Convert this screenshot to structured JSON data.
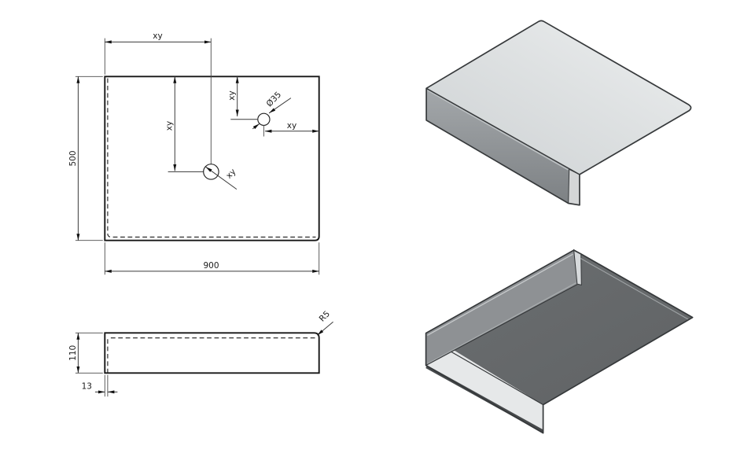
{
  "drawing": {
    "plan_view": {
      "width_label": "900",
      "height_label": "500",
      "hole1_x_offset_label": "xy",
      "hole1_y_offset_label": "xy",
      "hole1_position_label": "xy",
      "hole2_y_offset_label": "xy",
      "hole2_x_offset_label": "xy",
      "hole_diameter_label": "Ø35"
    },
    "front_view": {
      "height_label": "110",
      "thickness_label": "13",
      "corner_radius_label": "R5"
    },
    "colors": {
      "line": "#161616",
      "iso_top_face": "#dfe1e2",
      "iso_lip_face": "#8f9396",
      "iso_dark_face": "#66696b",
      "iso_light_strip": "#e6e8e9"
    }
  }
}
